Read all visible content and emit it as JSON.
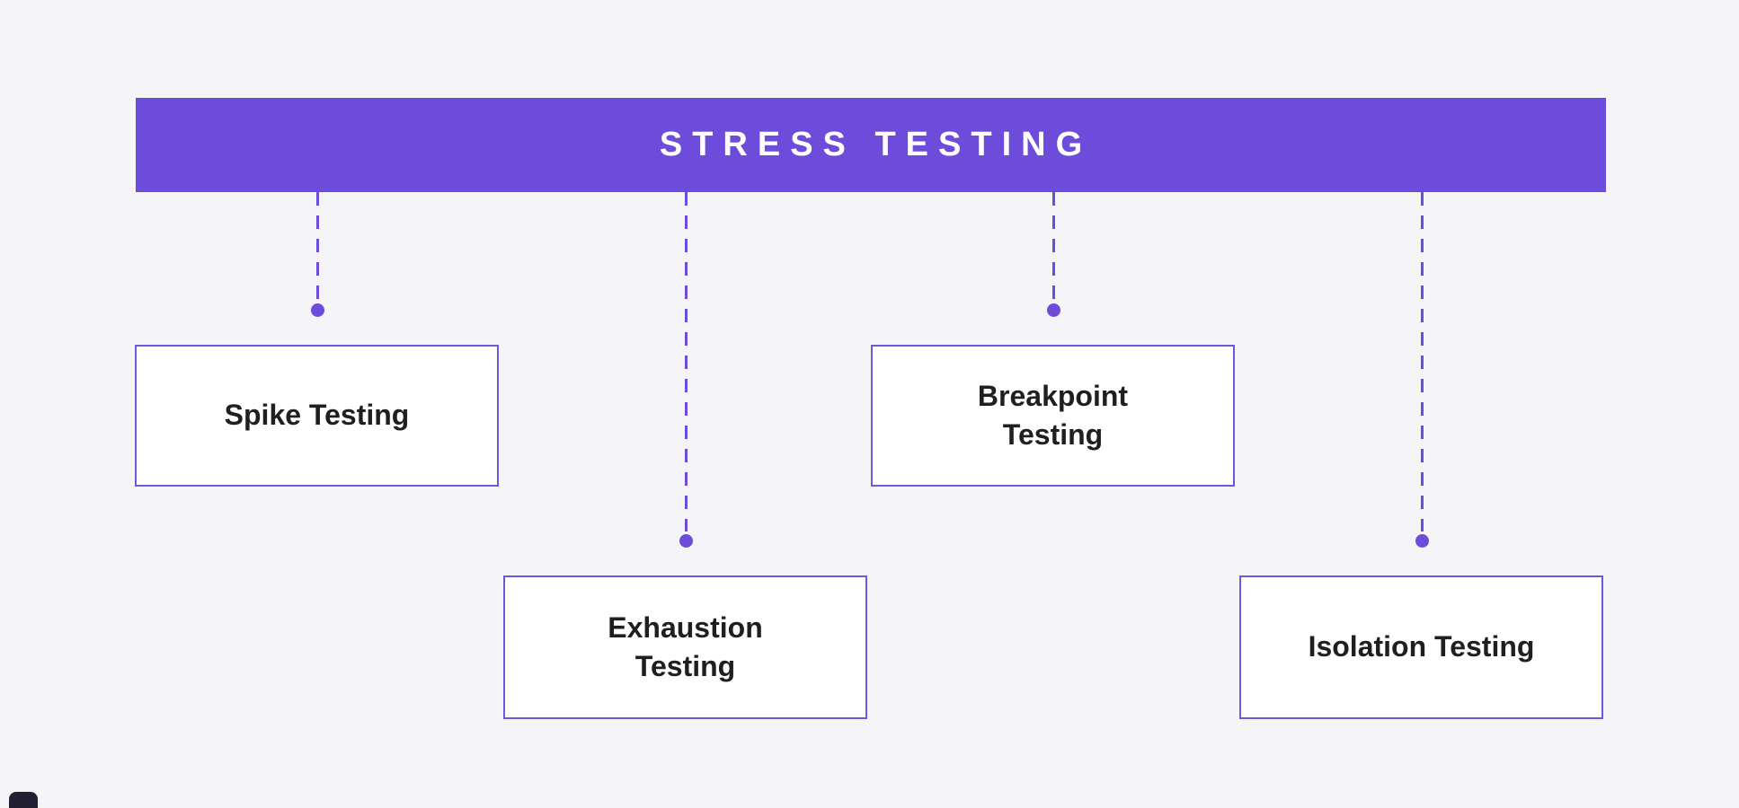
{
  "title": "STRESS TESTING",
  "nodes": [
    {
      "label": "Spike Testing"
    },
    {
      "label": "Exhaustion Testing"
    },
    {
      "label": "Breakpoint Testing"
    },
    {
      "label": "Isolation Testing"
    }
  ],
  "colors": {
    "accent_purple": "#6d4cdb",
    "box_border": "#7258d8",
    "box_fill": "#ffffff",
    "background": "#f5f4f6",
    "title_text": "#ffffff",
    "node_text": "#1f1f1f"
  }
}
